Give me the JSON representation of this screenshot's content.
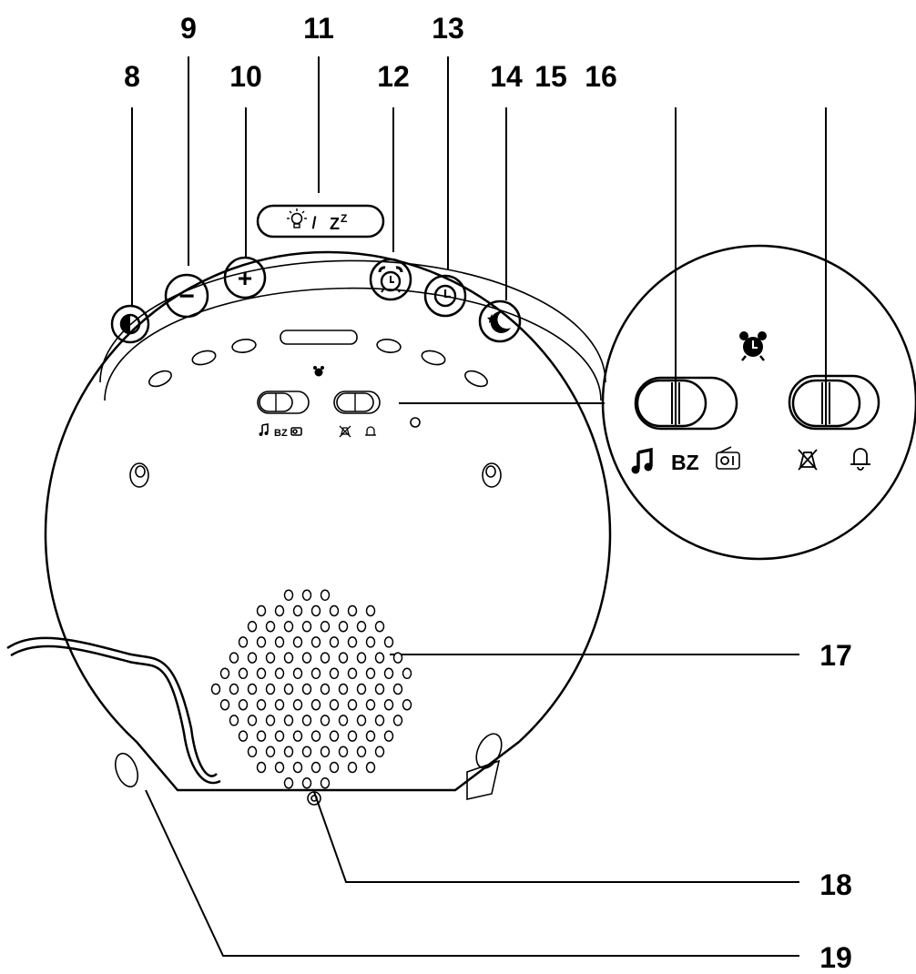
{
  "callouts": {
    "c8": "8",
    "c9": "9",
    "c10": "10",
    "c11": "11",
    "c12": "12",
    "c13": "13",
    "c14": "14",
    "c15": "15",
    "c16": "16",
    "c17": "17",
    "c18": "18",
    "c19": "19"
  },
  "buttons": {
    "minus_glyph": "−",
    "plus_glyph": "+",
    "light_snooze_sep": "/",
    "snooze_z": "Z",
    "snooze_z_small": "Z"
  },
  "switch_labels": {
    "buzzer": "BZ",
    "buzzer_small": "BZ"
  },
  "icons": {
    "brightness": "half-circle-icon",
    "minus": "minus-icon",
    "plus": "plus-icon",
    "light": "lightbulb-icon",
    "alarm": "alarm-clock-icon",
    "clock": "clock-icon",
    "sleep": "moon-star-icon",
    "music": "music-note-icon",
    "radio": "radio-icon",
    "alarm_off": "alarm-off-icon",
    "alarm_on": "bell-icon"
  }
}
